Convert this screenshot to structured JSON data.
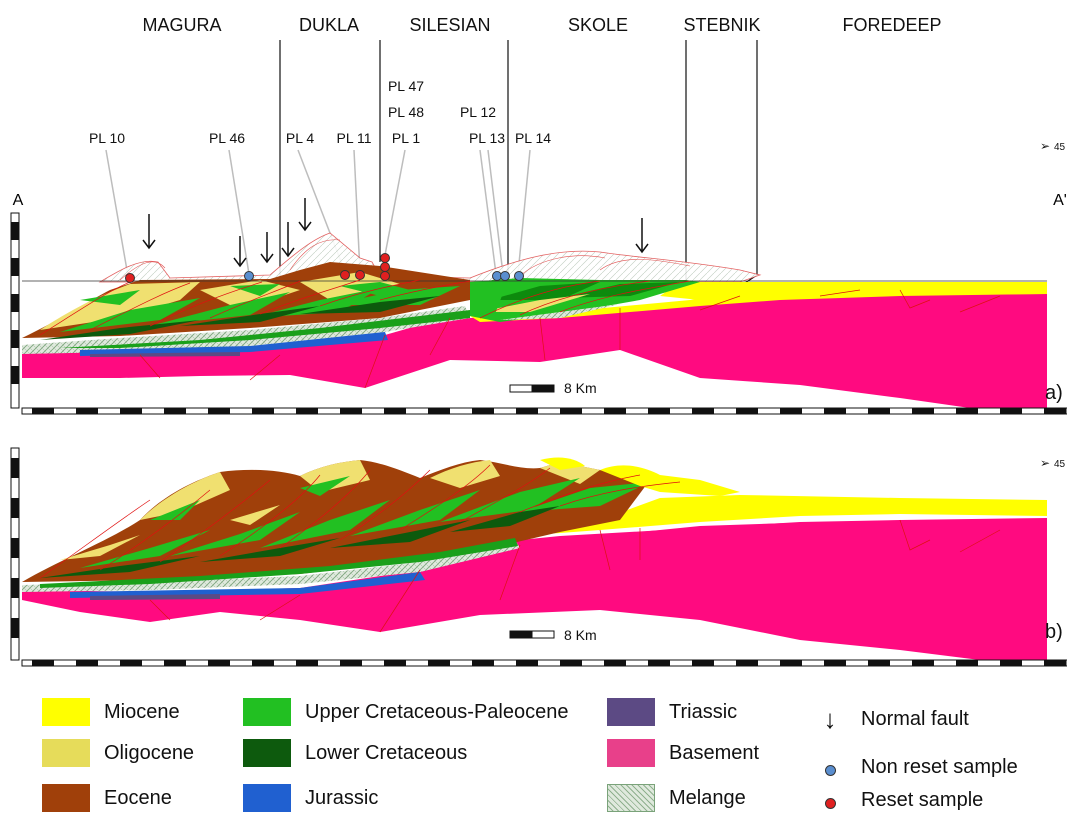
{
  "units": [
    "MAGURA",
    "DUKLA",
    "SILESIAN",
    "SKOLE",
    "STEBNIK",
    "FOREDEEP"
  ],
  "samples": {
    "pl10": "PL 10",
    "pl46": "PL 46",
    "pl4": "PL 4",
    "pl11": "PL 11",
    "pl1": "PL 1",
    "pl47": "PL 47",
    "pl48": "PL 48",
    "pl12": "PL 12",
    "pl13": "PL 13",
    "pl14": "PL 14"
  },
  "section": {
    "start_label": "A",
    "end_label": "A'",
    "panel_a": "a)",
    "panel_b": "b)",
    "scale_a": "8 Km",
    "scale_b": "8 Km",
    "ve_a": "45",
    "ve_b": "45"
  },
  "legend": {
    "miocene": "Miocene",
    "oligocene": "Oligocene",
    "eocene": "Eocene",
    "upper_cret": "Upper Cretaceous-Paleocene",
    "lower_cret": "Lower Cretaceous",
    "jurassic": "Jurassic",
    "triassic": "Triassic",
    "basement": "Basement",
    "melange": "Melange",
    "normal_fault": "Normal fault",
    "non_reset": "Non reset sample",
    "reset": "Reset sample"
  },
  "colors": {
    "miocene": "#ffff00",
    "oligocene": "#e6dc5a",
    "eocene": "#a0400a",
    "upper_cret": "#22c022",
    "lower_cret": "#0d5a0d",
    "jurassic": "#2060d0",
    "triassic": "#5c4a84",
    "basement": "#ff0a80",
    "melange": "#c9dcc6",
    "reset": "#e02020",
    "non_reset": "#5a8ecf"
  }
}
